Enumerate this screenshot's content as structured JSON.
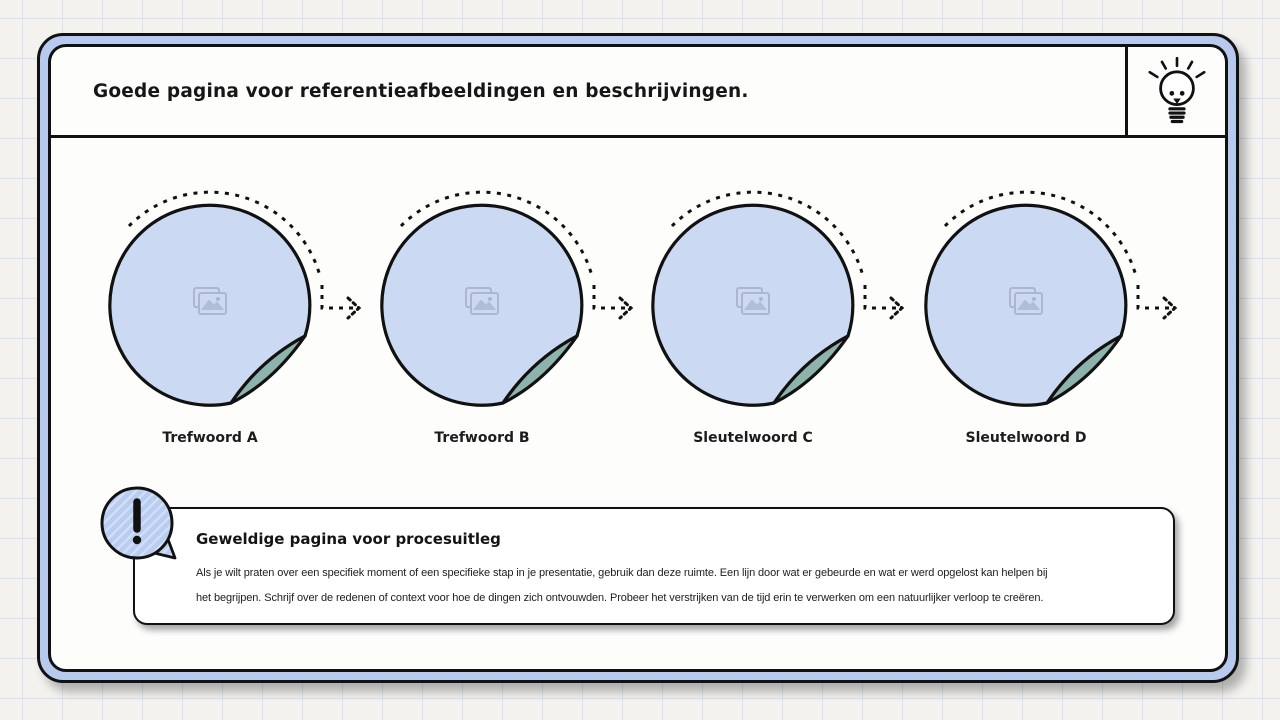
{
  "header": {
    "title": "Goede pagina voor referentieafbeeldingen en beschrijvingen.",
    "icon": "lightbulb-idea-icon"
  },
  "keywords": {
    "placeholder_icon": "image-placeholder-icon",
    "connector_icon": "dotted-arrow-icon",
    "items": [
      {
        "label": "Trefwoord A"
      },
      {
        "label": "Trefwoord B"
      },
      {
        "label": "Sleutelwoord C"
      },
      {
        "label": "Sleutelwoord D"
      }
    ]
  },
  "callout": {
    "icon": "exclamation-speech-bubble-icon",
    "heading": "Geweldige pagina voor procesuitleg",
    "body_lines": [
      "Als je wilt praten over een specifiek moment of een specifieke stap in je presentatie, gebruik dan deze ruimte. Een lijn door wat er gebeurde en wat er werd opgelost kan helpen bij",
      "het begrijpen. Schrijf over de redenen of context voor hoe de dingen zich ontvouwden. Probeer het verstrijken van de tijd erin te verwerken om een natuurlijker verloop te creëren."
    ]
  },
  "colors": {
    "paper_background": "#f3f2ef",
    "grid_line": "#dcdef2",
    "frame_blue": "#b7c9ec",
    "circle_fill_blue": "#ccd9f2",
    "curl_teal": "#8eb2ac",
    "bubble_blue": "#b9cdf1",
    "bubble_stripe": "#d4e0f6",
    "ink": "#111111"
  }
}
